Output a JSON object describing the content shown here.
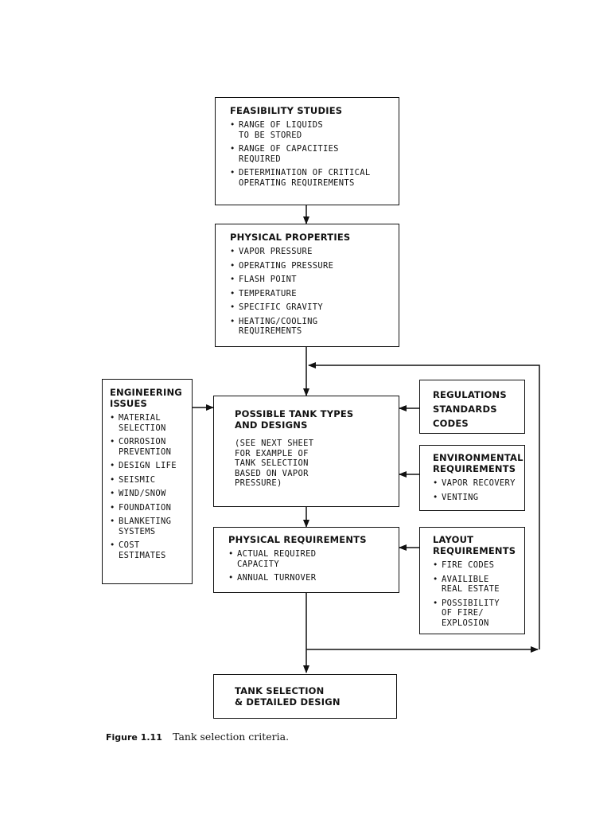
{
  "boxes": {
    "feasibility": {
      "title": "FEASIBILITY STUDIES",
      "items": [
        "RANGE OF LIQUIDS\nTO BE STORED",
        "RANGE OF CAPACITIES\nREQUIRED",
        "DETERMINATION OF CRITICAL\nOPERATING REQUIREMENTS"
      ]
    },
    "physical_properties": {
      "title": "PHYSICAL PROPERTIES",
      "items": [
        "VAPOR PRESSURE",
        "OPERATING PRESSURE",
        "FLASH POINT",
        "TEMPERATURE",
        "SPECIFIC GRAVITY",
        "HEATING/COOLING\nREQUIREMENTS"
      ]
    },
    "engineering_issues": {
      "title": "ENGINEERING\nISSUES",
      "items": [
        "MATERIAL\nSELECTION",
        "CORROSION\nPREVENTION",
        "DESIGN LIFE",
        "SEISMIC",
        "WIND/SNOW",
        "FOUNDATION",
        "BLANKETING\nSYSTEMS",
        "COST\nESTIMATES"
      ]
    },
    "tank_types": {
      "title": "POSSIBLE TANK TYPES\nAND DESIGNS",
      "note": "(SEE NEXT SHEET\nFOR EXAMPLE OF\nTANK SELECTION\nBASED ON VAPOR\nPRESSURE)"
    },
    "regulations": {
      "title": "REGULATIONS\nSTANDARDS\nCODES"
    },
    "environmental": {
      "title": "ENVIRONMENTAL\nREQUIREMENTS",
      "items": [
        "VAPOR RECOVERY",
        "VENTING"
      ]
    },
    "physical_requirements": {
      "title": "PHYSICAL REQUIREMENTS",
      "items": [
        "ACTUAL REQUIRED\nCAPACITY",
        "ANNUAL TURNOVER"
      ]
    },
    "layout": {
      "title": "LAYOUT\nREQUIREMENTS",
      "items": [
        "FIRE CODES",
        "AVAILIBLE\nREAL ESTATE",
        "POSSIBILITY\nOF FIRE/\nEXPLOSION"
      ]
    },
    "tank_selection": {
      "title": "TANK SELECTION\n& DETAILED DESIGN"
    }
  },
  "caption": {
    "number": "Figure 1.11",
    "text": "Tank selection criteria."
  }
}
